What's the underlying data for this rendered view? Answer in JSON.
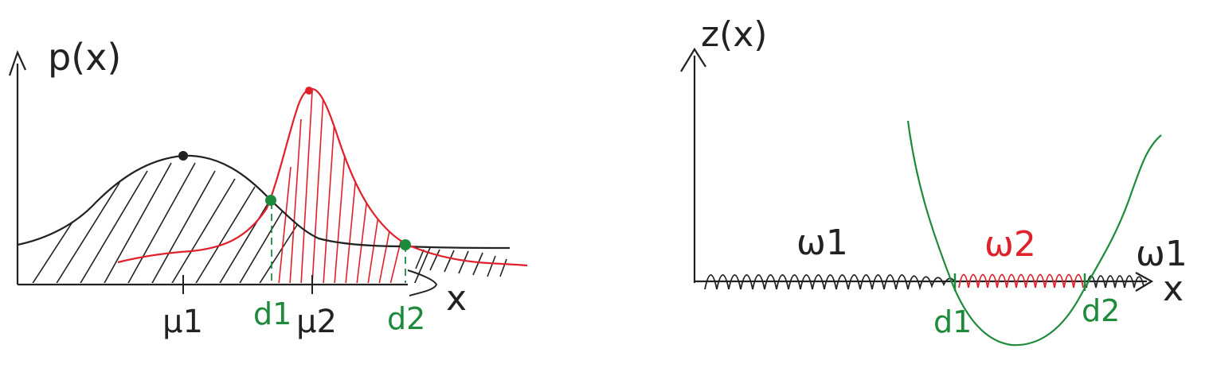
{
  "colors": {
    "ink": "#222222",
    "class2": "#e0202a",
    "threshold": "#1e8a3c"
  },
  "left_panel": {
    "y_axis_label": "p(x)",
    "x_axis_label": "x",
    "mean_labels": [
      "μ1",
      "μ2"
    ],
    "threshold_labels": [
      "d1",
      "d2"
    ]
  },
  "right_panel": {
    "y_axis_label": "z(x)",
    "x_axis_label": "x",
    "region_labels": [
      "ω1",
      "ω2",
      "ω1"
    ],
    "threshold_labels": [
      "d1",
      "d2"
    ]
  }
}
